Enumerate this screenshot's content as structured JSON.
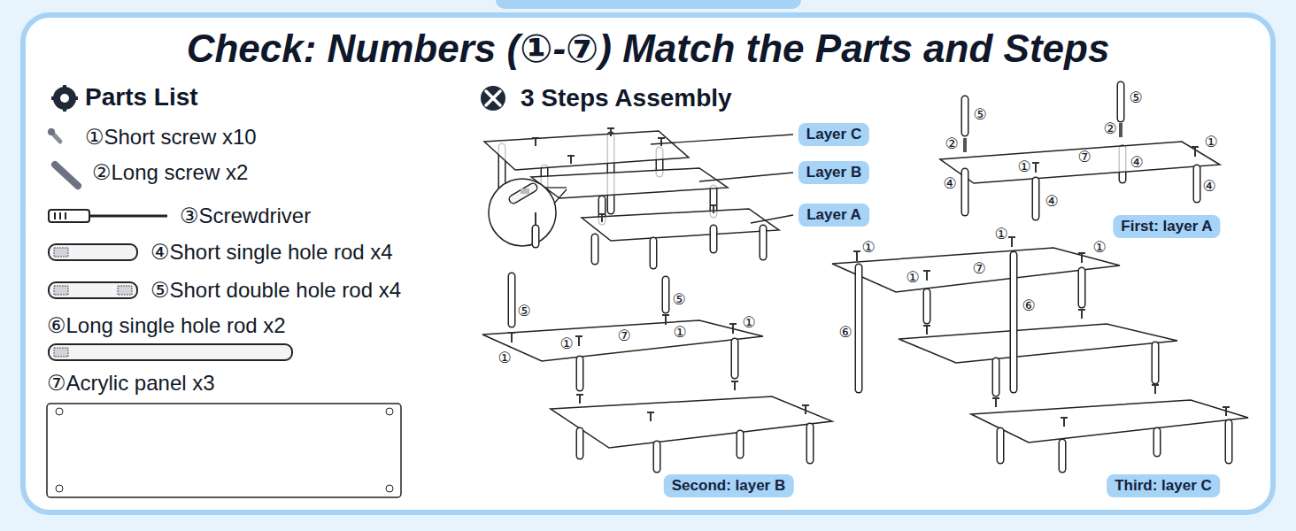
{
  "diagram": {
    "title": "Check: Numbers (①-⑦) Match the Parts and Steps",
    "nodes": [
      {
        "text": [
          "Layer C"
        ]
      },
      {
        "text": [
          "Layer B"
        ]
      },
      {
        "text": [
          "Layer A"
        ]
      },
      {
        "text": [
          "First: layer A"
        ]
      },
      {
        "text": [
          "Second: layer B"
        ]
      },
      {
        "text": [
          "Third: layer C"
        ]
      }
    ],
    "labels": [
      "Parts List",
      "①Short screw x10",
      "②Long screw x2",
      "③Screwdriver",
      "④Short single hole rod x4",
      "⑤Short double hole rod x4",
      "⑥Long single hole rod x2",
      "⑦Acrylic panel x3",
      "3 Steps Assembly",
      "⑤",
      "⑤",
      "②",
      "②",
      "①",
      "①",
      "⑦",
      "④",
      "④",
      "④",
      "④",
      "⑤",
      "⑤",
      "①",
      "①",
      "⑦",
      "①",
      "①",
      "①",
      "①",
      "①",
      "①",
      "⑦",
      "⑥",
      "⑥"
    ]
  }
}
